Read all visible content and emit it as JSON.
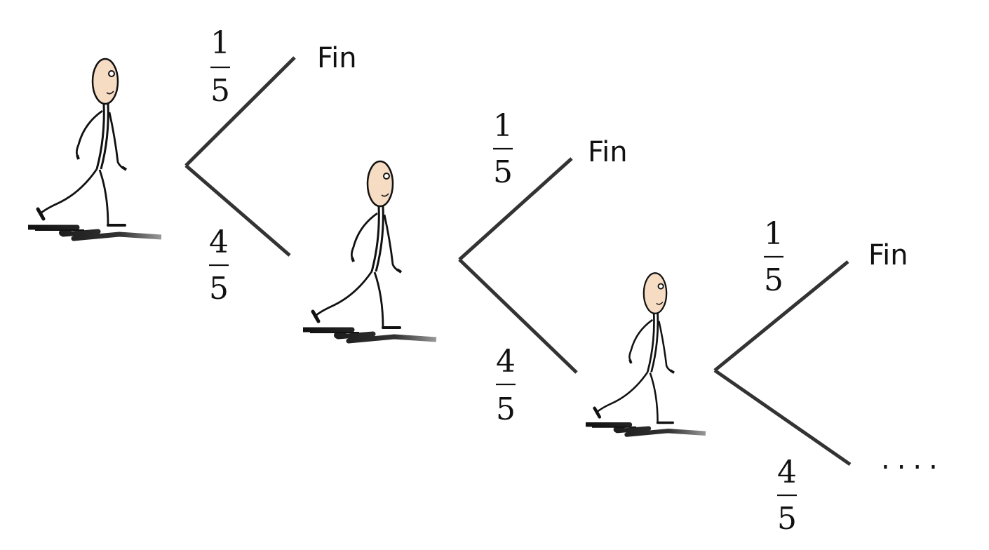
{
  "tree": {
    "levels": [
      {
        "up_prob": {
          "numerator": "1",
          "denominator": "5"
        },
        "up_label": "Fin",
        "down_prob": {
          "numerator": "4",
          "denominator": "5"
        }
      },
      {
        "up_prob": {
          "numerator": "1",
          "denominator": "5"
        },
        "up_label": "Fin",
        "down_prob": {
          "numerator": "4",
          "denominator": "5"
        }
      },
      {
        "up_prob": {
          "numerator": "1",
          "denominator": "5"
        },
        "up_label": "Fin",
        "down_prob": {
          "numerator": "4",
          "denominator": "5"
        }
      }
    ],
    "continuation": "....",
    "colors": {
      "branch": "#333333",
      "face": "#f7dcc4",
      "ink": "#111111",
      "shadow": "#2a2a2a"
    }
  }
}
